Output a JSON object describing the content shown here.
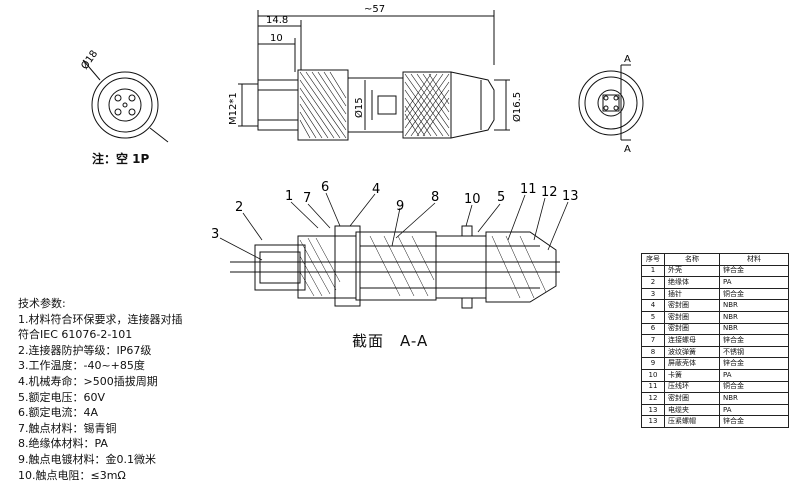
{
  "dimensions": {
    "overall_length": "~57",
    "front_length": "14.8",
    "thread_length": "10",
    "thread_size": "M12*1",
    "body_diameter": "Ø15",
    "rear_diameter": "Ø16.5",
    "face_diameter": "Ø18",
    "section_mark": "A"
  },
  "note": "注：空 1P",
  "section_label": "截面　A-A",
  "callouts": [
    "1",
    "2",
    "3",
    "4",
    "5",
    "6",
    "7",
    "8",
    "9",
    "10",
    "11",
    "12",
    "13"
  ],
  "specs": [
    "技术参数:",
    "1.材料符合环保要求，连接器对插",
    "  符合IEC 61076-2-101",
    "2.连接器防护等级：IP67级",
    "3.工作温度：-40~+85度",
    "4.机械寿命：>500插拔周期",
    "5.额定电压：60V",
    "6.额定电流：4A",
    "7.触点材料：锡青铜",
    "8.绝缘体材料：PA",
    "9.触点电镀材料：金0.1微米",
    "10.触点电阻：≤3mΩ"
  ],
  "parts_table": {
    "headers": [
      "序号",
      "名称",
      "材料"
    ],
    "rows": [
      [
        "1",
        "外壳",
        "锌合金"
      ],
      [
        "2",
        "绝缘体",
        "PA"
      ],
      [
        "3",
        "插针",
        "铜合金"
      ],
      [
        "4",
        "密封圈",
        "NBR"
      ],
      [
        "5",
        "密封圈",
        "NBR"
      ],
      [
        "6",
        "密封圈",
        "NBR"
      ],
      [
        "7",
        "连接螺母",
        "锌合金"
      ],
      [
        "8",
        "波纹弹簧",
        "不锈钢"
      ],
      [
        "9",
        "屏蔽壳体",
        "锌合金"
      ],
      [
        "10",
        "卡簧",
        "PA"
      ],
      [
        "11",
        "压线环",
        "铜合金"
      ],
      [
        "12",
        "密封圈",
        "NBR"
      ],
      [
        "13",
        "电缆夹",
        "PA"
      ],
      [
        "13",
        "压紧螺帽",
        "锌合金"
      ]
    ]
  }
}
